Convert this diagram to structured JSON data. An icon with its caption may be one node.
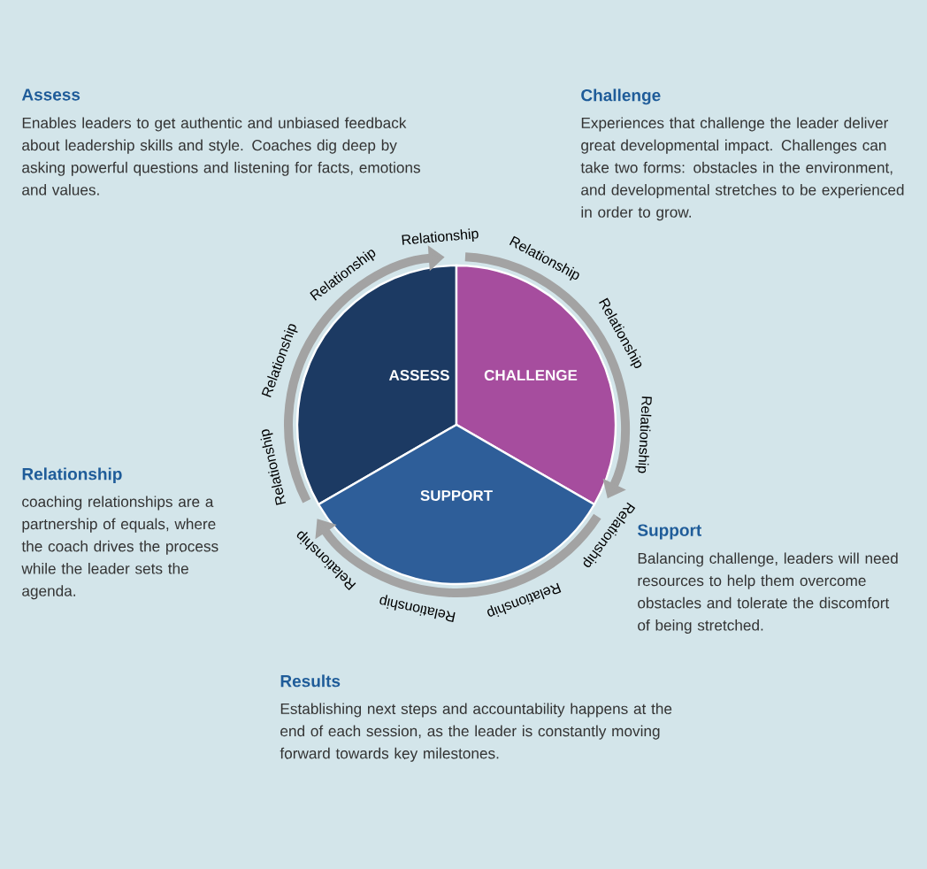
{
  "diagram": {
    "nodes": [
      {
        "text": [
          "ASSESS"
        ]
      },
      {
        "text": [
          "CHALLENGE"
        ]
      },
      {
        "text": [
          "SUPPORT"
        ]
      }
    ],
    "edges": [
      {
        "from": 0,
        "to": 1,
        "arrow": "to"
      },
      {
        "from": 1,
        "to": 2,
        "arrow": "to"
      },
      {
        "from": 2,
        "to": 0,
        "arrow": "to"
      }
    ],
    "labels": [
      "Assess",
      "Enables leaders to get authentic and unbiased feedback about leadership skills and style. Coaches dig deep by asking powerful questions and listening for facts, emotions and values.",
      "Challenge",
      "Experiences that challenge the leader deliver great developmental impact. Challenges can take two forms: obstacles in the environment, and developmental stretches to be experienced in order to grow.",
      "Relationship",
      "Relationship",
      "Relationship",
      "Relationship",
      "Relationship",
      "Relationship",
      "Relationship",
      "Relationship",
      "Relationship",
      "Relationship",
      "Relationship",
      "Relationship",
      "coaching relationships are a partnership of equals, where the coach drives the process while the leader sets the agenda.",
      "Support",
      "Balancing challenge, leaders will need resources to help them overcome obstacles and tolerate the discomfort of being stretched.",
      "Results",
      "Establishing next steps and accountability happens at the end of each session, as the leader is constantly moving forward towards key milestones."
    ]
  }
}
